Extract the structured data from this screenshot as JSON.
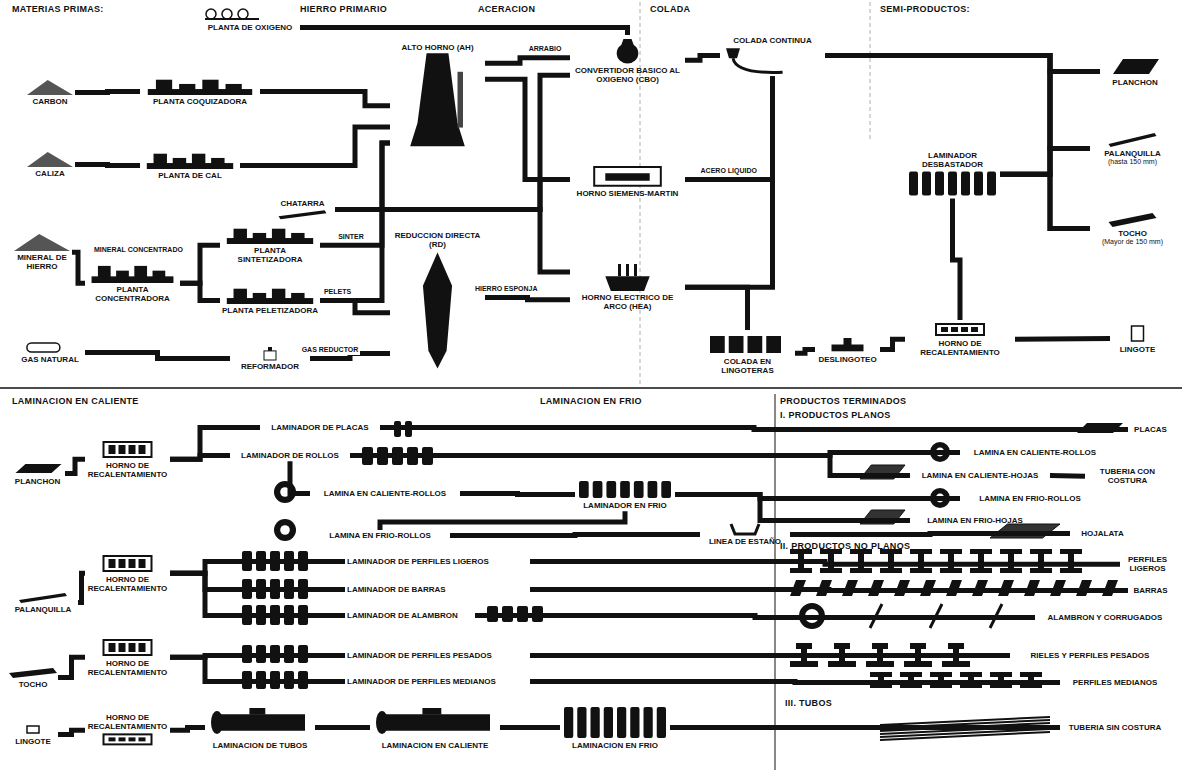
{
  "diagram": {
    "nodes": [
      {
        "text": [
          "PLANTA DE OXIGENO"
        ]
      },
      {
        "text": [
          "CARBON"
        ]
      },
      {
        "text": [
          "PLANTA COQUIZADORA"
        ]
      },
      {
        "text": [
          "CALIZA"
        ]
      },
      {
        "text": [
          "PLANTA DE CAL"
        ]
      },
      {
        "text": [
          "CHATARRA"
        ]
      },
      {
        "text": [
          "MINERAL DE HIERRO"
        ]
      },
      {
        "text": [
          "PLANTA CONCENTRADORA"
        ]
      },
      {
        "text": [
          "PLANTA SINTETIZADORA"
        ]
      },
      {
        "text": [
          "PLANTA PELETIZADORA"
        ]
      },
      {
        "text": [
          "GAS NATURAL"
        ]
      },
      {
        "text": [
          "REFORMADOR"
        ]
      },
      {
        "text": [
          "ALTO HORNO (AH)"
        ]
      },
      {
        "text": [
          "REDUCCION DIRECTA (RD)"
        ]
      },
      {
        "text": [
          "CONVERTIDOR BASICO AL OXIGENO (CBO)"
        ]
      },
      {
        "text": [
          "HORNO SIEMENS-MARTIN"
        ]
      },
      {
        "text": [
          "HORNO ELECTRICO DE ARCO (HEA)"
        ]
      },
      {
        "text": [
          "COLADA CONTINUA"
        ]
      },
      {
        "text": [
          "COLADA EN LINGOTERAS"
        ]
      },
      {
        "text": [
          "DESLINGOTEO"
        ]
      },
      {
        "text": [
          "LAMINADOR DESBASTADOR"
        ]
      },
      {
        "text": [
          "HORNO DE RECALENTAMIENTO"
        ]
      },
      {
        "text": [
          "PLANCHON"
        ]
      },
      {
        "text": [
          "PALANQUILLA",
          "(hasta 150 mm)"
        ]
      },
      {
        "text": [
          "TOCHO",
          "(Mayor de 150 mm)"
        ]
      },
      {
        "text": [
          "LINGOTE"
        ]
      },
      {
        "text": [
          "PLANCHON"
        ]
      },
      {
        "text": [
          "HORNO DE RECALENTAMIENTO"
        ]
      },
      {
        "text": [
          "LAMINADOR DE PLACAS"
        ]
      },
      {
        "text": [
          "LAMINADOR DE ROLLOS"
        ]
      },
      {
        "text": [
          "LAMINA EN CALIENTE-ROLLOS"
        ]
      },
      {
        "text": [
          "LAMINA EN FRIO-ROLLOS"
        ]
      },
      {
        "text": [
          "LAMINADOR EN FRIO"
        ]
      },
      {
        "text": [
          "LINEA DE ESTAÑO"
        ]
      },
      {
        "text": [
          "PLACAS"
        ]
      },
      {
        "text": [
          "LAMINA EN CALIENTE-ROLLOS"
        ]
      },
      {
        "text": [
          "LAMINA EN CALIENTE-HOJAS"
        ]
      },
      {
        "text": [
          "TUBERIA CON COSTURA"
        ]
      },
      {
        "text": [
          "LAMINA EN FRIO-ROLLOS"
        ]
      },
      {
        "text": [
          "LAMINA EN FRIO-HOJAS"
        ]
      },
      {
        "text": [
          "HOJALATA"
        ]
      },
      {
        "text": [
          "PALANQUILLA"
        ]
      },
      {
        "text": [
          "HORNO DE RECALENTAMIENTO"
        ]
      },
      {
        "text": [
          "LAMINADOR DE PERFILES LIGEROS"
        ]
      },
      {
        "text": [
          "LAMINADOR DE BARRAS"
        ]
      },
      {
        "text": [
          "LAMINADOR DE ALAMBRON"
        ]
      },
      {
        "text": [
          "PERFILES LIGEROS"
        ]
      },
      {
        "text": [
          "BARRAS"
        ]
      },
      {
        "text": [
          "ALAMBRON Y CORRUGADOS"
        ]
      },
      {
        "text": [
          "TOCHO"
        ]
      },
      {
        "text": [
          "HORNO DE RECALENTAMIENTO"
        ]
      },
      {
        "text": [
          "LAMINADOR DE PERFILES PESADOS"
        ]
      },
      {
        "text": [
          "LAMINADOR DE PERFILES MEDIANOS"
        ]
      },
      {
        "text": [
          "RIELES Y PERFILES PESADOS"
        ]
      },
      {
        "text": [
          "PERFILES MEDIANOS"
        ]
      },
      {
        "text": [
          "LINGOTE"
        ]
      },
      {
        "text": [
          "HORNO DE RECALENTAMIENTO"
        ]
      },
      {
        "text": [
          "LAMINACION DE TUBOS"
        ]
      },
      {
        "text": [
          "LAMINACION EN CALIENTE"
        ]
      },
      {
        "text": [
          "LAMINACION EN FRIO"
        ]
      },
      {
        "text": [
          "TUBERIA SIN COSTURA"
        ]
      }
    ],
    "edges": [
      {
        "from": 0,
        "to": 14,
        "arrow": "none"
      },
      {
        "from": 1,
        "to": 2,
        "arrow": "none"
      },
      {
        "from": 2,
        "to": 12,
        "arrow": "none"
      },
      {
        "from": 3,
        "to": 4,
        "arrow": "none"
      },
      {
        "from": 4,
        "to": 12,
        "arrow": "none"
      },
      {
        "from": 5,
        "to": 14,
        "arrow": "none"
      },
      {
        "from": 5,
        "to": 15,
        "arrow": "none"
      },
      {
        "from": 5,
        "to": 16,
        "arrow": "none"
      },
      {
        "from": 6,
        "to": 7,
        "arrow": "none"
      },
      {
        "from": 7,
        "to": 8,
        "label": "MINERAL CONCENTRADO",
        "arrow": "none"
      },
      {
        "from": 7,
        "to": 9,
        "arrow": "none"
      },
      {
        "from": 8,
        "to": 12,
        "label": "SINTER",
        "arrow": "none"
      },
      {
        "from": 9,
        "to": 12,
        "arrow": "none"
      },
      {
        "from": 9,
        "to": 13,
        "label": "PELETS",
        "arrow": "none"
      },
      {
        "from": 10,
        "to": 11,
        "arrow": "none"
      },
      {
        "from": 11,
        "to": 13,
        "label": "GAS REDUCTOR",
        "arrow": "none"
      },
      {
        "from": 12,
        "to": 14,
        "label": "ARRABIO",
        "arrow": "none"
      },
      {
        "from": 12,
        "to": 15,
        "arrow": "none"
      },
      {
        "from": 13,
        "to": 16,
        "label": "HIERRO ESPONJA",
        "arrow": "none"
      },
      {
        "from": 14,
        "to": 17,
        "arrow": "none"
      },
      {
        "from": 15,
        "to": 17,
        "label": "ACERO LIQUIDO",
        "arrow": "none"
      },
      {
        "from": 16,
        "to": 17,
        "arrow": "none"
      },
      {
        "from": 16,
        "to": 18,
        "arrow": "none"
      },
      {
        "from": 17,
        "to": 22,
        "arrow": "none"
      },
      {
        "from": 17,
        "to": 23,
        "arrow": "none"
      },
      {
        "from": 17,
        "to": 24,
        "arrow": "none"
      },
      {
        "from": 18,
        "to": 19,
        "arrow": "none"
      },
      {
        "from": 19,
        "to": 21,
        "arrow": "none"
      },
      {
        "from": 21,
        "to": 20,
        "arrow": "none"
      },
      {
        "from": 20,
        "to": 22,
        "arrow": "none"
      },
      {
        "from": 20,
        "to": 23,
        "arrow": "none"
      },
      {
        "from": 20,
        "to": 24,
        "arrow": "none"
      },
      {
        "from": 21,
        "to": 25,
        "arrow": "none"
      },
      {
        "from": 26,
        "to": 27,
        "arrow": "none"
      },
      {
        "from": 27,
        "to": 28,
        "arrow": "none"
      },
      {
        "from": 27,
        "to": 29,
        "arrow": "none"
      },
      {
        "from": 28,
        "to": 34,
        "arrow": "none"
      },
      {
        "from": 29,
        "to": 35,
        "arrow": "none"
      },
      {
        "from": 29,
        "to": 36,
        "arrow": "none"
      },
      {
        "from": 29,
        "to": 30,
        "arrow": "none"
      },
      {
        "from": 30,
        "to": 32,
        "arrow": "none"
      },
      {
        "from": 32,
        "to": 38,
        "arrow": "none"
      },
      {
        "from": 32,
        "to": 39,
        "arrow": "none"
      },
      {
        "from": 32,
        "to": 31,
        "arrow": "none"
      },
      {
        "from": 31,
        "to": 33,
        "arrow": "none"
      },
      {
        "from": 33,
        "to": 40,
        "arrow": "none"
      },
      {
        "from": 36,
        "to": 37,
        "arrow": "none"
      },
      {
        "from": 41,
        "to": 42,
        "arrow": "none"
      },
      {
        "from": 42,
        "to": 43,
        "arrow": "none"
      },
      {
        "from": 42,
        "to": 44,
        "arrow": "none"
      },
      {
        "from": 42,
        "to": 45,
        "arrow": "none"
      },
      {
        "from": 43,
        "to": 46,
        "arrow": "none"
      },
      {
        "from": 44,
        "to": 47,
        "arrow": "none"
      },
      {
        "from": 45,
        "to": 48,
        "arrow": "none"
      },
      {
        "from": 49,
        "to": 50,
        "arrow": "none"
      },
      {
        "from": 50,
        "to": 51,
        "arrow": "none"
      },
      {
        "from": 50,
        "to": 52,
        "arrow": "none"
      },
      {
        "from": 51,
        "to": 53,
        "arrow": "none"
      },
      {
        "from": 52,
        "to": 54,
        "arrow": "none"
      },
      {
        "from": 55,
        "to": 56,
        "arrow": "none"
      },
      {
        "from": 56,
        "to": 57,
        "arrow": "none"
      },
      {
        "from": 57,
        "to": 58,
        "arrow": "none"
      },
      {
        "from": 58,
        "to": 59,
        "arrow": "none"
      },
      {
        "from": 59,
        "to": 60,
        "arrow": "none"
      }
    ],
    "labels": [
      "MATERIAS PRIMAS:",
      "HIERRO PRIMARIO",
      "ACERACION",
      "COLADA",
      "SEMI-PRODUCTOS:",
      "LAMINACION EN CALIENTE",
      "LAMINACION EN FRIO",
      "PRODUCTOS TERMINADOS",
      "I. PRODUCTOS PLANOS",
      "II. PRODUCTOS NO PLANOS",
      "III. TUBOS"
    ]
  }
}
